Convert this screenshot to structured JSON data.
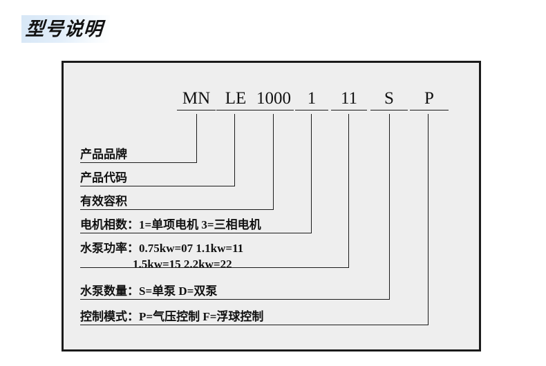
{
  "title": "型号说明",
  "model_code": {
    "segments": [
      {
        "id": "brand",
        "text": "MN"
      },
      {
        "id": "product-code",
        "text": "LE"
      },
      {
        "id": "capacity",
        "text": "1000"
      },
      {
        "id": "motor-phase",
        "text": "1"
      },
      {
        "id": "pump-power",
        "text": "11"
      },
      {
        "id": "pump-count",
        "text": "S"
      },
      {
        "id": "control-mode",
        "text": "P"
      }
    ]
  },
  "legend": {
    "rows": [
      {
        "id": "brand",
        "line1": "产品品牌",
        "line2": ""
      },
      {
        "id": "product-code",
        "line1": "产品代码",
        "line2": ""
      },
      {
        "id": "capacity",
        "line1": "有效容积",
        "line2": ""
      },
      {
        "id": "motor-phase",
        "line1": "电机相数：1=单项电机  3=三相电机",
        "line2": ""
      },
      {
        "id": "pump-power",
        "line1": "水泵功率：0.75kw=07  1.1kw=11",
        "line2": "1.5kw=15    2.2kw=22"
      },
      {
        "id": "pump-count",
        "line1": "水泵数量：S=单泵    D=双泵",
        "line2": ""
      },
      {
        "id": "control-mode",
        "line1": "控制模式：P=气压控制  F=浮球控制",
        "line2": ""
      }
    ]
  },
  "colors": {
    "border": "#1a1a1a",
    "panel_bg": "#eeeeee",
    "page_bg": "#ffffff",
    "title_highlight": "#d7e7f6",
    "text": "#111111"
  }
}
